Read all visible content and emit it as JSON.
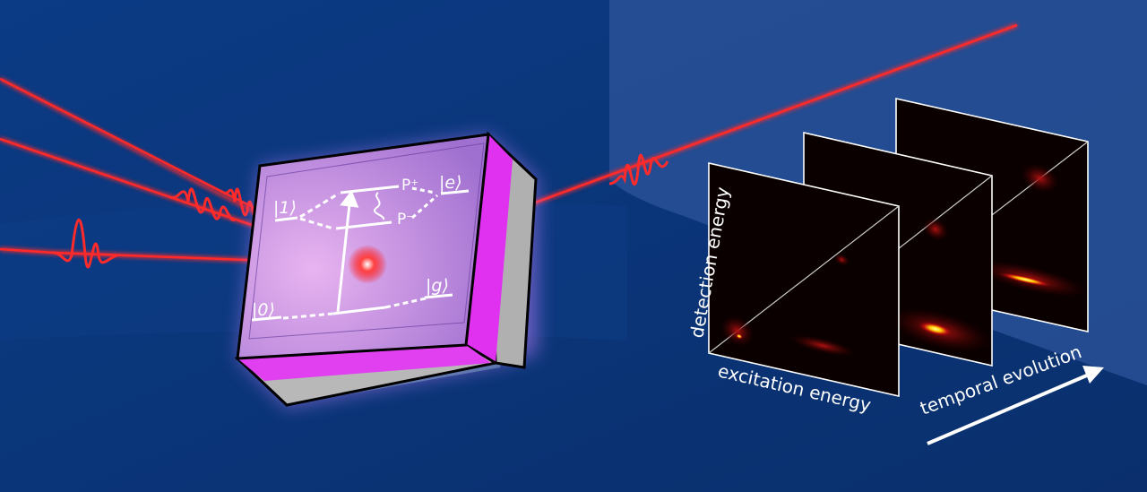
{
  "crystal": {
    "levels": {
      "state_1": "|1⟩",
      "state_0": "|0⟩",
      "state_e": "|e⟩",
      "state_g": "|g⟩",
      "p_plus": "P⁺",
      "p_minus": "P⁻"
    }
  },
  "spectra": {
    "ylabel": "detection energy",
    "xlabel": "excitation energy",
    "time_arrow_label": "temporal evolution",
    "panel_count": 3
  },
  "colors": {
    "background": "#0a3a80",
    "laser": "#ff3030",
    "crystal": "#c080e0",
    "crystal_edge": "#e030f0",
    "panel_bg": "#0a0000"
  }
}
